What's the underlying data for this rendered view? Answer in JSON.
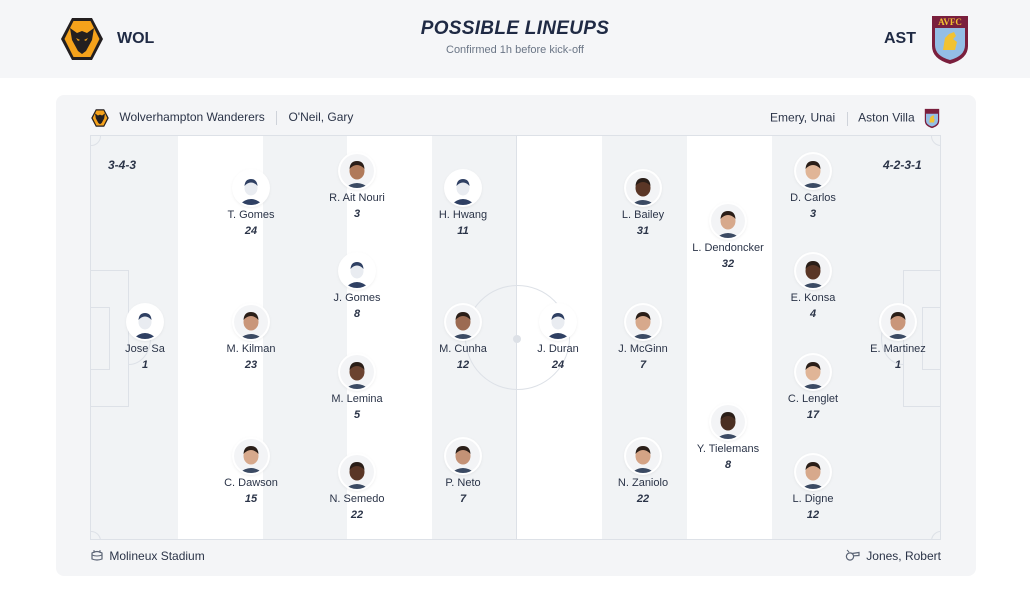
{
  "header": {
    "home_code": "WOL",
    "away_code": "AST",
    "title": "POSSIBLE LINEUPS",
    "subtitle": "Confirmed 1h before kick-off"
  },
  "colors": {
    "wolves_orange": "#f5a21b",
    "wolves_black": "#231f20",
    "villa_claret": "#7a1f3d",
    "villa_blue": "#94bee5",
    "villa_yellow": "#f2c232"
  },
  "icons": {
    "home_logo": "wolves-crest-icon",
    "away_logo": "aston-villa-crest-icon",
    "stadium": "stadium-icon",
    "referee": "whistle-icon"
  },
  "info": {
    "home_team": "Wolverhampton Wanderers",
    "home_coach": "O'Neil, Gary",
    "away_coach": "Emery, Unai",
    "away_team": "Aston Villa"
  },
  "formations": {
    "home": "3-4-3",
    "away": "4-2-3-1"
  },
  "players": [
    {
      "name": "Jose Sa",
      "number": "1",
      "photo": false,
      "skin": "#ead7c7"
    },
    {
      "name": "T. Gomes",
      "number": "24",
      "photo": false,
      "skin": "#ead7c7"
    },
    {
      "name": "M. Kilman",
      "number": "23",
      "photo": true,
      "skin": "#c9967a"
    },
    {
      "name": "C. Dawson",
      "number": "15",
      "photo": true,
      "skin": "#d7a98c"
    },
    {
      "name": "R. Ait Nouri",
      "number": "3",
      "photo": true,
      "skin": "#b07a5a"
    },
    {
      "name": "J. Gomes",
      "number": "8",
      "photo": false,
      "skin": "#ead7c7"
    },
    {
      "name": "M. Lemina",
      "number": "5",
      "photo": true,
      "skin": "#6b4330"
    },
    {
      "name": "N. Semedo",
      "number": "22",
      "photo": true,
      "skin": "#5a3626"
    },
    {
      "name": "H. Hwang",
      "number": "11",
      "photo": false,
      "skin": "#ead7c7"
    },
    {
      "name": "M. Cunha",
      "number": "12",
      "photo": true,
      "skin": "#9c6b52"
    },
    {
      "name": "P. Neto",
      "number": "7",
      "photo": true,
      "skin": "#c49276"
    },
    {
      "name": "J. Duran",
      "number": "24",
      "photo": false,
      "skin": "#ead7c7"
    },
    {
      "name": "L. Bailey",
      "number": "31",
      "photo": true,
      "skin": "#5a3626"
    },
    {
      "name": "J. McGinn",
      "number": "7",
      "photo": true,
      "skin": "#d7a98c"
    },
    {
      "name": "N. Zaniolo",
      "number": "22",
      "photo": true,
      "skin": "#d4a385"
    },
    {
      "name": "L. Dendoncker",
      "number": "32",
      "photo": true,
      "skin": "#d7a98c"
    },
    {
      "name": "Y. Tielemans",
      "number": "8",
      "photo": true,
      "skin": "#4a2f22"
    },
    {
      "name": "D. Carlos",
      "number": "3",
      "photo": true,
      "skin": "#e0b597"
    },
    {
      "name": "E. Konsa",
      "number": "4",
      "photo": true,
      "skin": "#5a3626"
    },
    {
      "name": "C. Lenglet",
      "number": "17",
      "photo": true,
      "skin": "#e0b597"
    },
    {
      "name": "L. Digne",
      "number": "12",
      "photo": true,
      "skin": "#d7a98c"
    },
    {
      "name": "E. Martinez",
      "number": "1",
      "photo": true,
      "skin": "#c9967a"
    }
  ],
  "footer": {
    "stadium": "Molineux Stadium",
    "referee": "Jones, Robert"
  }
}
